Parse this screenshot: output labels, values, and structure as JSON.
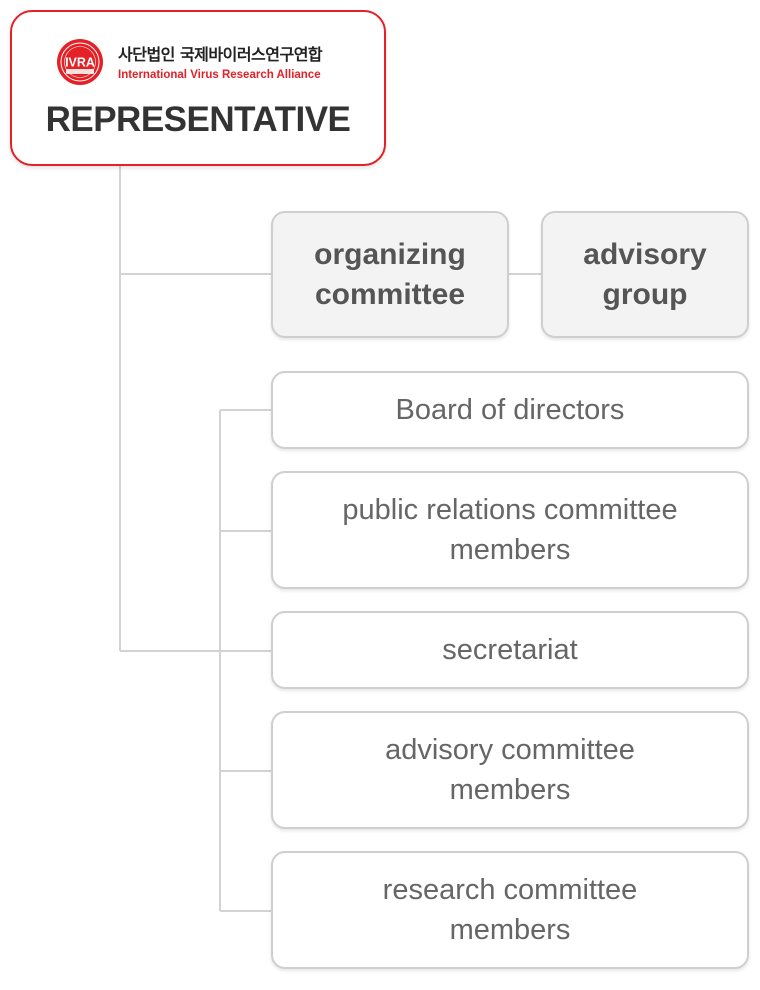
{
  "representative": {
    "org_name_kr": "사단법인 국제바이러스연구연합",
    "org_name_en": "International Virus Research Alliance",
    "logo_text": "IVRA",
    "title": "REPRESENTATIVE"
  },
  "top_row": {
    "organizing_committee": "organizing committee",
    "advisory_group": "advisory group"
  },
  "units": [
    "Board of directors",
    "public relations committee members",
    "secretariat",
    "advisory committee members",
    "research committee members"
  ],
  "colors": {
    "accent": "#e32127",
    "connector": "#d3d3d3",
    "box_border": "#cfcfcf",
    "grey_box_fill": "#f3f3f3"
  }
}
